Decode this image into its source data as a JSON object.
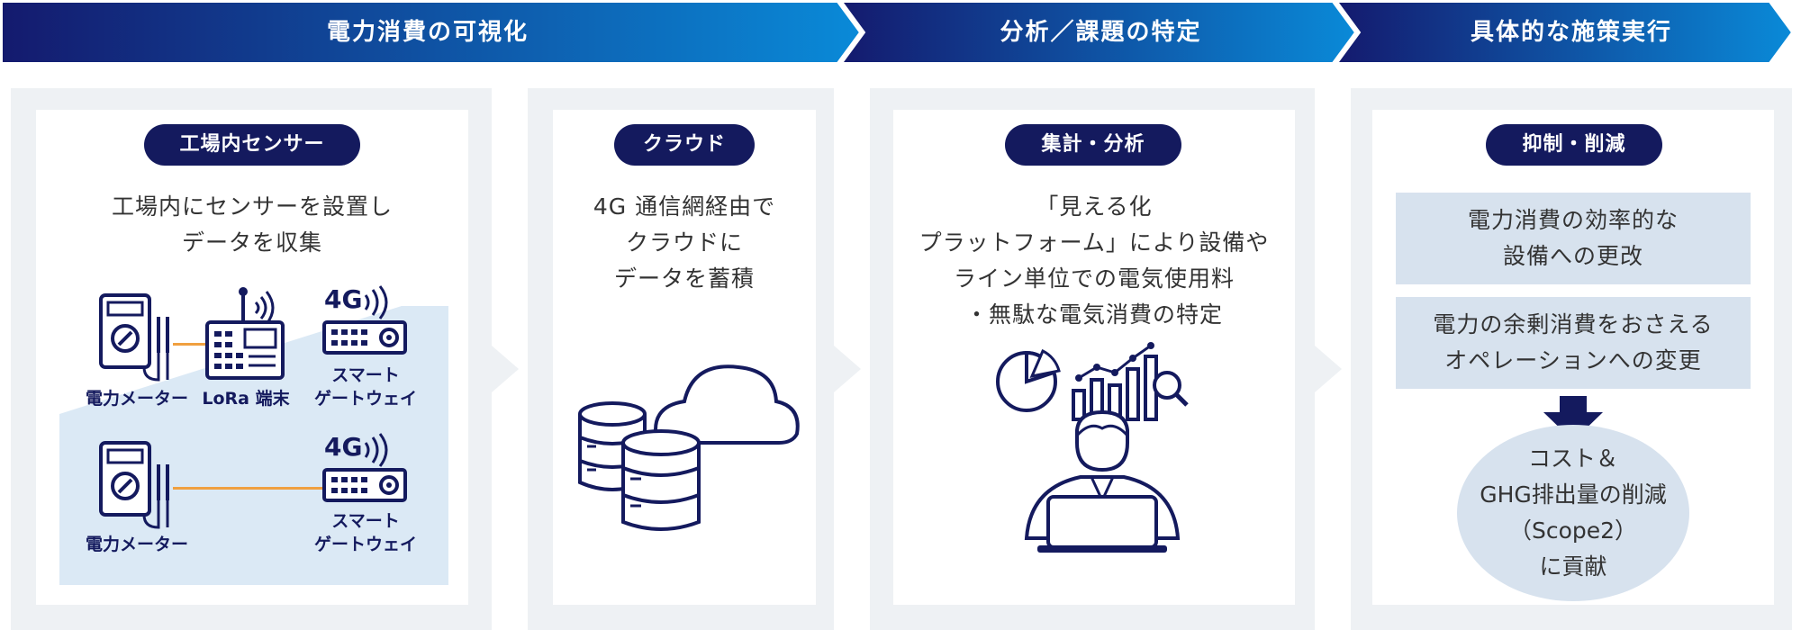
{
  "stages": [
    {
      "label": "電力消費の可視化"
    },
    {
      "label": "分析／課題の特定"
    },
    {
      "label": "具体的な施策実行"
    }
  ],
  "panels": {
    "sensor": {
      "pill": "工場内センサー",
      "desc": [
        "工場内にセンサーを設置し",
        "データを収集"
      ],
      "labels": {
        "meter_top": "電力メーター",
        "lora": "LoRa 端末",
        "gateway_top": [
          "スマート",
          "ゲートウェイ"
        ],
        "meter_bottom": "電力メーター",
        "gateway_bottom": [
          "スマート",
          "ゲートウェイ"
        ],
        "badge_top": "4G",
        "badge_bottom": "4G"
      }
    },
    "cloud": {
      "pill": "クラウド",
      "desc": [
        "4G 通信網経由で",
        "クラウドに",
        "データを蓄積"
      ]
    },
    "analysis": {
      "pill": "集計・分析",
      "desc": [
        "「見える化",
        "プラットフォーム」により設備や",
        "ライン単位での電気使用料",
        "・無駄な電気消費の特定"
      ]
    },
    "action": {
      "pill": "抑制・削減",
      "box1": [
        "電力消費の効率的な",
        "設備への更改"
      ],
      "box2": [
        "電力の余剰消費をおさえる",
        "オペレーションへの変更"
      ],
      "result": [
        "コスト＆",
        "GHG排出量の削減",
        "（Scope2）",
        "に貢献"
      ]
    }
  },
  "colors": {
    "navy": "#141a5e",
    "banner_start": "#141a6e",
    "banner_end": "#0a8ad8",
    "panel_bg": "#eef1f4",
    "factory_bg": "#dbe9f5",
    "box_bg": "#d7e2ee",
    "wire": "#f0a040"
  }
}
